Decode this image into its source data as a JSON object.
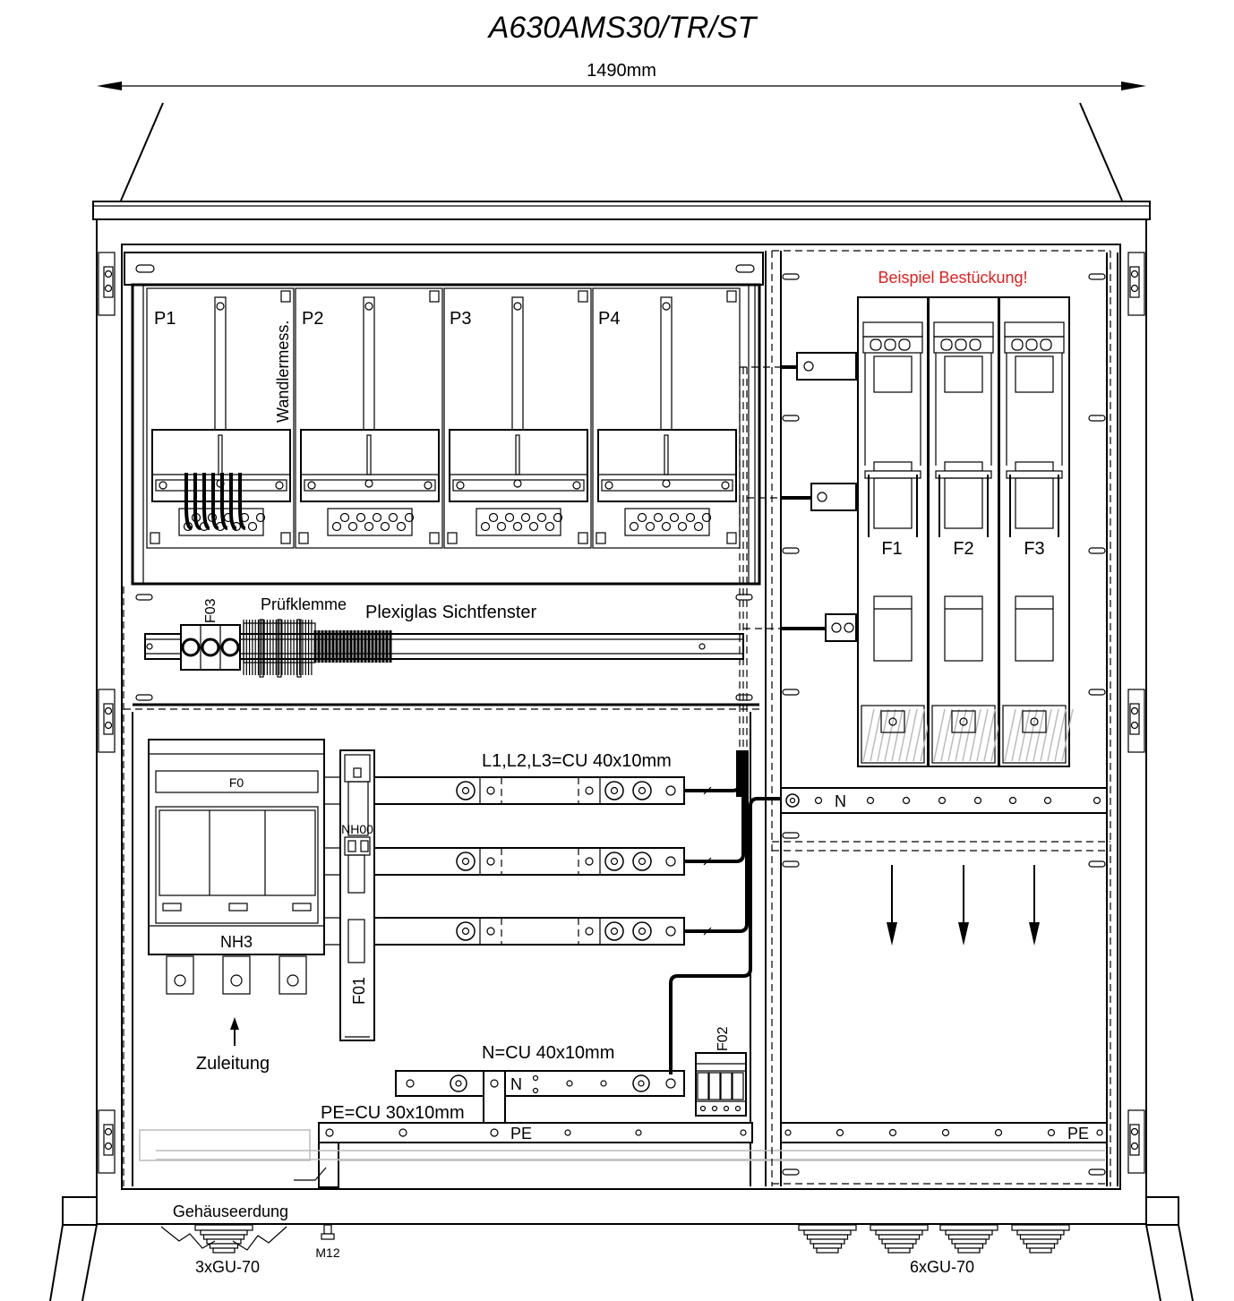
{
  "title": "A630AMS30/TR/ST",
  "overall_width_label": "1490mm",
  "meter_panel": {
    "positions": [
      "P1",
      "P2",
      "P3",
      "P4"
    ],
    "side_label": "Wandlermess."
  },
  "terminal_row": {
    "fuse_label": "F03",
    "test_terminal_label": "Prüfklemme",
    "window_label": "Plexiglas Sichtfenster"
  },
  "main_switch": {
    "label": "F0",
    "size_label": "NH3",
    "aux_fuse_label": "NH00",
    "aux_fuse_id": "F01",
    "feed_label": "Zuleitung"
  },
  "busbars": {
    "phase_label": "L1,L2,L3=CU 40x10mm",
    "neutral_label": "N=CU 40x10mm",
    "neutral_tag": "N",
    "pe_label": "PE=CU 30x10mm",
    "pe_tag": "PE"
  },
  "surge_protection": {
    "label": "F02"
  },
  "outgoing": {
    "note": "Beispiel Bestückung!",
    "fuses": [
      "F1",
      "F2",
      "F3"
    ],
    "neutral_tag": "N",
    "pe_tag": "PE"
  },
  "bottom": {
    "earthing_label": "Gehäuseerdung",
    "bolt_label": "M12",
    "left_glands": "3xGU-70",
    "right_glands": "6xGU-70"
  },
  "colors": {
    "note_red": "#e02020"
  }
}
